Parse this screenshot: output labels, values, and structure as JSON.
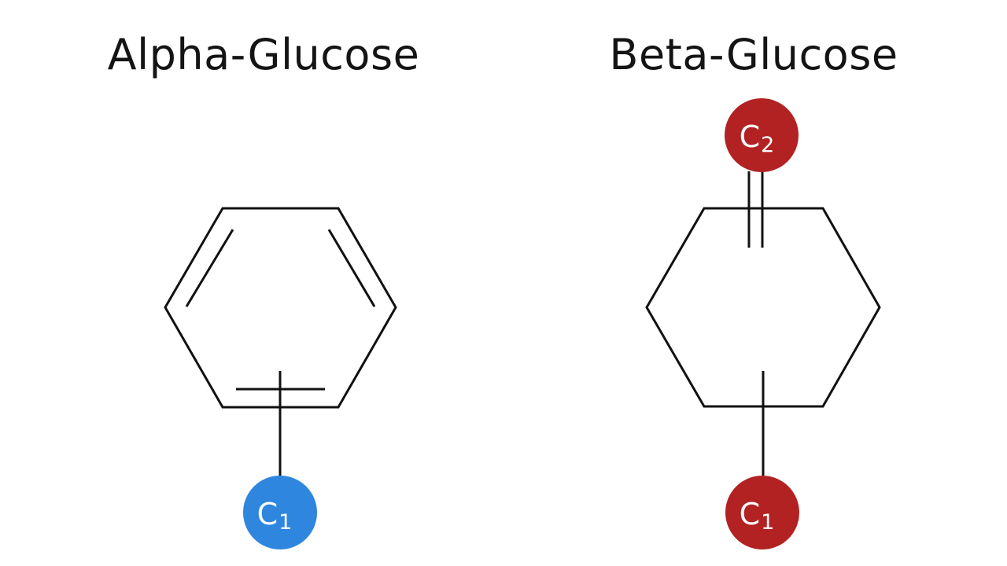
{
  "alpha": {
    "title": "Alpha-Glucose",
    "atoms": [
      {
        "element": "C",
        "subscript": "1",
        "color": "#2E86DE"
      }
    ]
  },
  "beta": {
    "title": "Beta-Glucose",
    "atoms": [
      {
        "element": "C",
        "subscript": "2",
        "color": "#B22222"
      },
      {
        "element": "C",
        "subscript": "1",
        "color": "#B22222"
      }
    ]
  },
  "colors": {
    "stroke": "#111111",
    "text": "#141414",
    "background": "#ffffff"
  }
}
